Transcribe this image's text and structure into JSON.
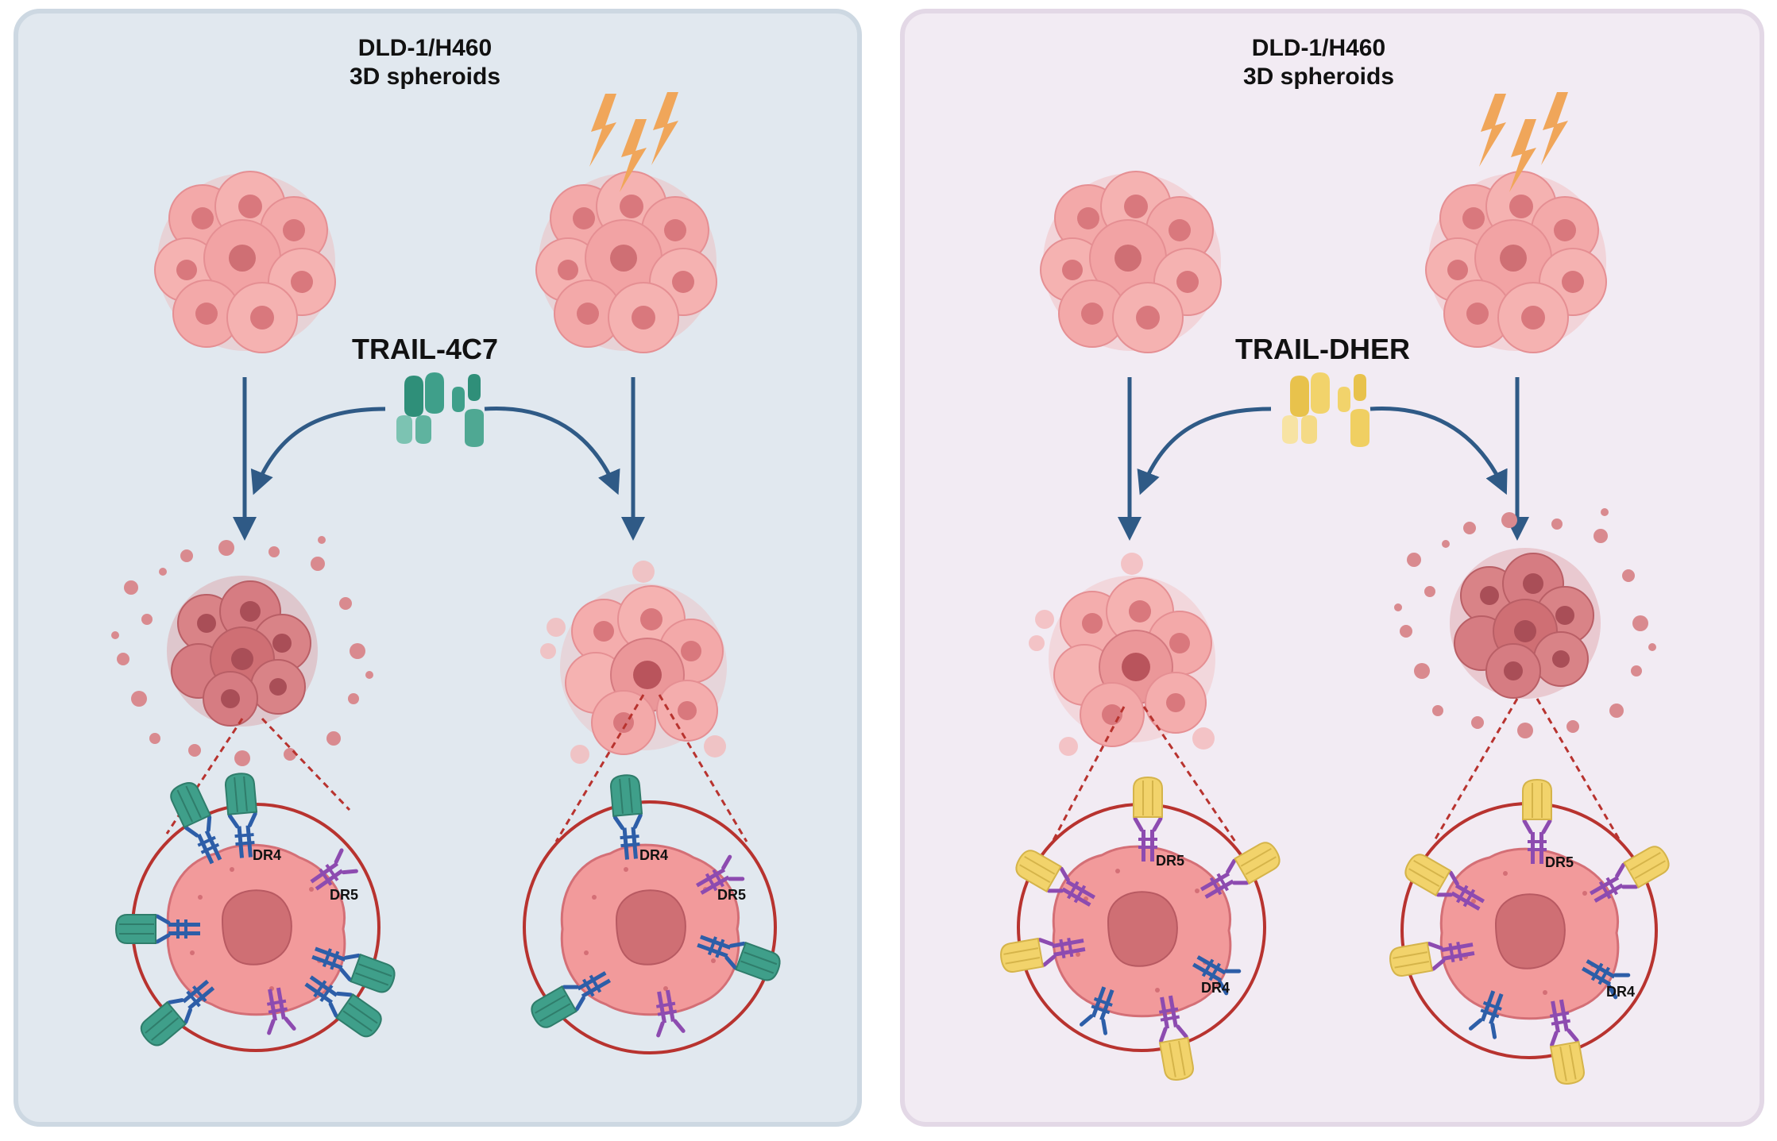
{
  "colors": {
    "left_panel_bg": "#e1e8ef",
    "left_panel_border": "#cdd8e2",
    "right_panel_bg": "#f2ebf3",
    "right_panel_border": "#e3d8e6",
    "arrow": "#2f5a86",
    "zoom_circle": "#b8332f",
    "spheroid": "#f3a9a9",
    "spheroid_dark": "#cf6f74",
    "nucleus": "#d36a70",
    "trail_4c7": "#3f9f8a",
    "trail_dher": "#f2d36b",
    "dr4": "#2d5ea8",
    "dr5": "#8d4bb0",
    "lightning": "#f0a65a"
  },
  "icons": {
    "irradiation": "lightning-bolt-icon",
    "spheroid": "spheroid-icon",
    "ligand": "trail-ligand-icon"
  },
  "panels": [
    {
      "id": "left",
      "header_line1": "DLD-1/H460",
      "header_line2": "3D spheroids",
      "agent": "TRAIL-4C7",
      "left_label_a": "DR4",
      "left_label_b": "DR5",
      "right_label_a": "DR4",
      "right_label_b": "DR5"
    },
    {
      "id": "right",
      "header_line1": "DLD-1/H460",
      "header_line2": "3D spheroids",
      "agent": "TRAIL-DHER",
      "left_label_a": "DR5",
      "left_label_b": "DR4",
      "right_label_a": "DR5",
      "right_label_b": "DR4"
    }
  ]
}
